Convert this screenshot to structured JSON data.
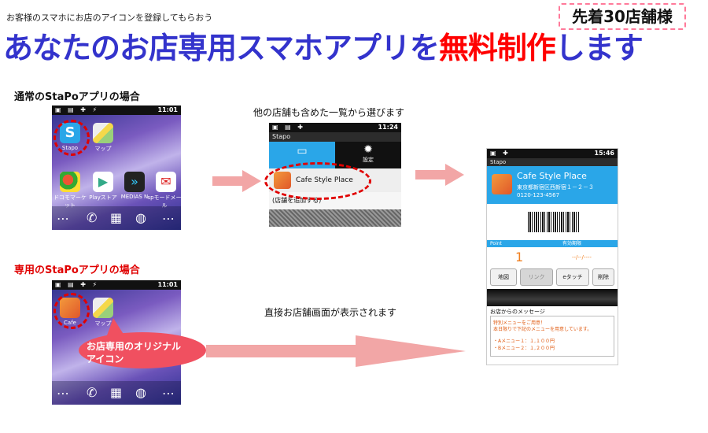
{
  "header": {
    "lead": "お客様のスマホにお店のアイコンを登録してもらおう",
    "headline_part1": "あなたのお店専用スマホアプリを",
    "headline_red": "無料制作",
    "headline_part2": "します",
    "badge": "先着30店舗様"
  },
  "section_normal": {
    "title": "通常のStaPoアプリの場合",
    "caption": "他の店舗も含めた一覧から選びます",
    "home": {
      "time": "11:01",
      "apps": [
        "Stapo",
        "マップ",
        "ドコモマーケット",
        "Playストア",
        "MEDIAS N",
        "spモードメール"
      ]
    },
    "list_screen": {
      "time": "11:24",
      "app_title": "Stapo",
      "tab_right": "設定",
      "shop_row": "Cafe Style Place",
      "add_row": "(店舗を追加する)"
    }
  },
  "section_custom": {
    "title": "専用のStaPoアプリの場合",
    "caption": "直接お店舗画面が表示されます",
    "home": {
      "time": "11:01",
      "apps": [
        "Cafe",
        "マップ"
      ]
    },
    "bubble_line1": "お店専用のオリジナル",
    "bubble_line2": "アイコン"
  },
  "detail_screen": {
    "time": "15:46",
    "app_title": "Stapo",
    "shop_name": "Cafe Style Place",
    "address": "東京都新宿区西新宿１－２－３",
    "tel": "0120-123-4567",
    "point_label": "Point",
    "expiry_label": "有効期限",
    "point_value": "1",
    "expiry_value": "--/--/----",
    "buttons": [
      "地図",
      "リンク",
      "eタッチ",
      "削除"
    ],
    "message_title": "お店からのメッセージ",
    "message_lines": [
      "特別メニューをご用意！",
      "本日限りで下記のメニューを用意しています。",
      "・Aメニュー１：１,１００円",
      "・Bメニュー２：１,２００円"
    ]
  }
}
